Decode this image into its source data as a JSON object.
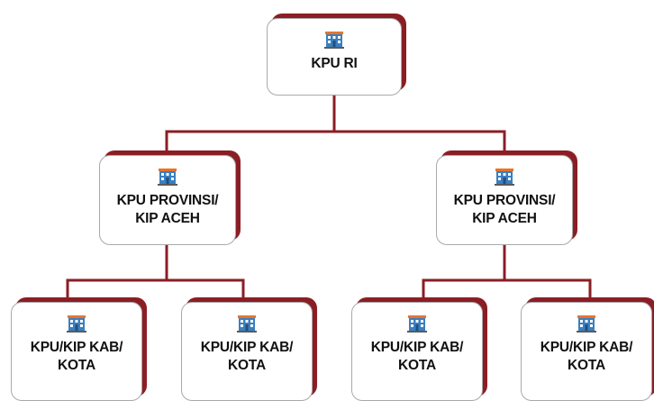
{
  "colors": {
    "box_shadow": "#8b1e24",
    "border": "#a9a9a9",
    "line": "#8b1e24",
    "icon_blue": "#3a7fc1",
    "icon_roof": "#e8742a"
  },
  "root": {
    "label_line1": "KPU RI",
    "icon": "building-icon"
  },
  "level1": [
    {
      "label_line1": "KPU PROVINSI/",
      "label_line2": "KIP ACEH",
      "icon": "building-icon"
    },
    {
      "label_line1": "KPU PROVINSI/",
      "label_line2": "KIP ACEH",
      "icon": "building-icon"
    }
  ],
  "level2": [
    {
      "label_line1": "KPU/KIP KAB/",
      "label_line2": "KOTA",
      "icon": "building-icon"
    },
    {
      "label_line1": "KPU/KIP KAB/",
      "label_line2": "KOTA",
      "icon": "building-icon"
    },
    {
      "label_line1": "KPU/KIP KAB/",
      "label_line2": "KOTA",
      "icon": "building-icon"
    },
    {
      "label_line1": "KPU/KIP KAB/",
      "label_line2": "KOTA",
      "icon": "building-icon"
    }
  ]
}
